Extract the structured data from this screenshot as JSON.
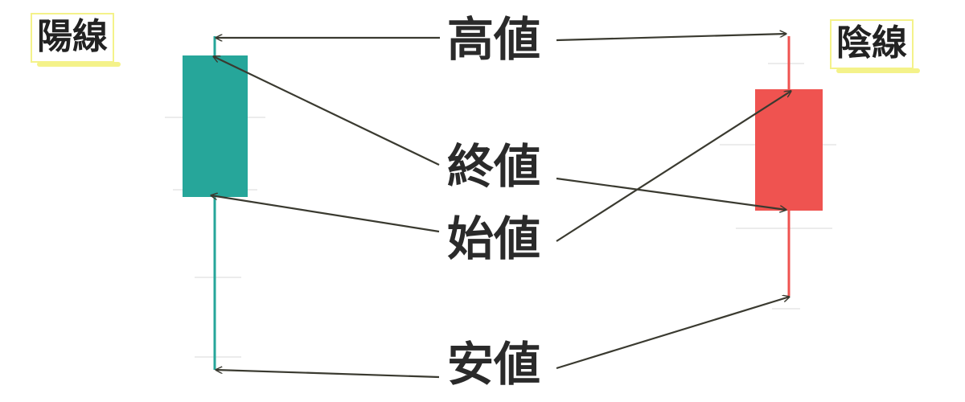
{
  "labels": {
    "bullish": "陽線",
    "bearish": "陰線",
    "high": "高値",
    "close": "終値",
    "open": "始値",
    "low": "安値"
  },
  "colors": {
    "bullish": "#26a69a",
    "bearish": "#ef5350",
    "arrow": "#3a3a30",
    "highlight": "#f4f28a",
    "grid": "#e8e8e8"
  }
}
